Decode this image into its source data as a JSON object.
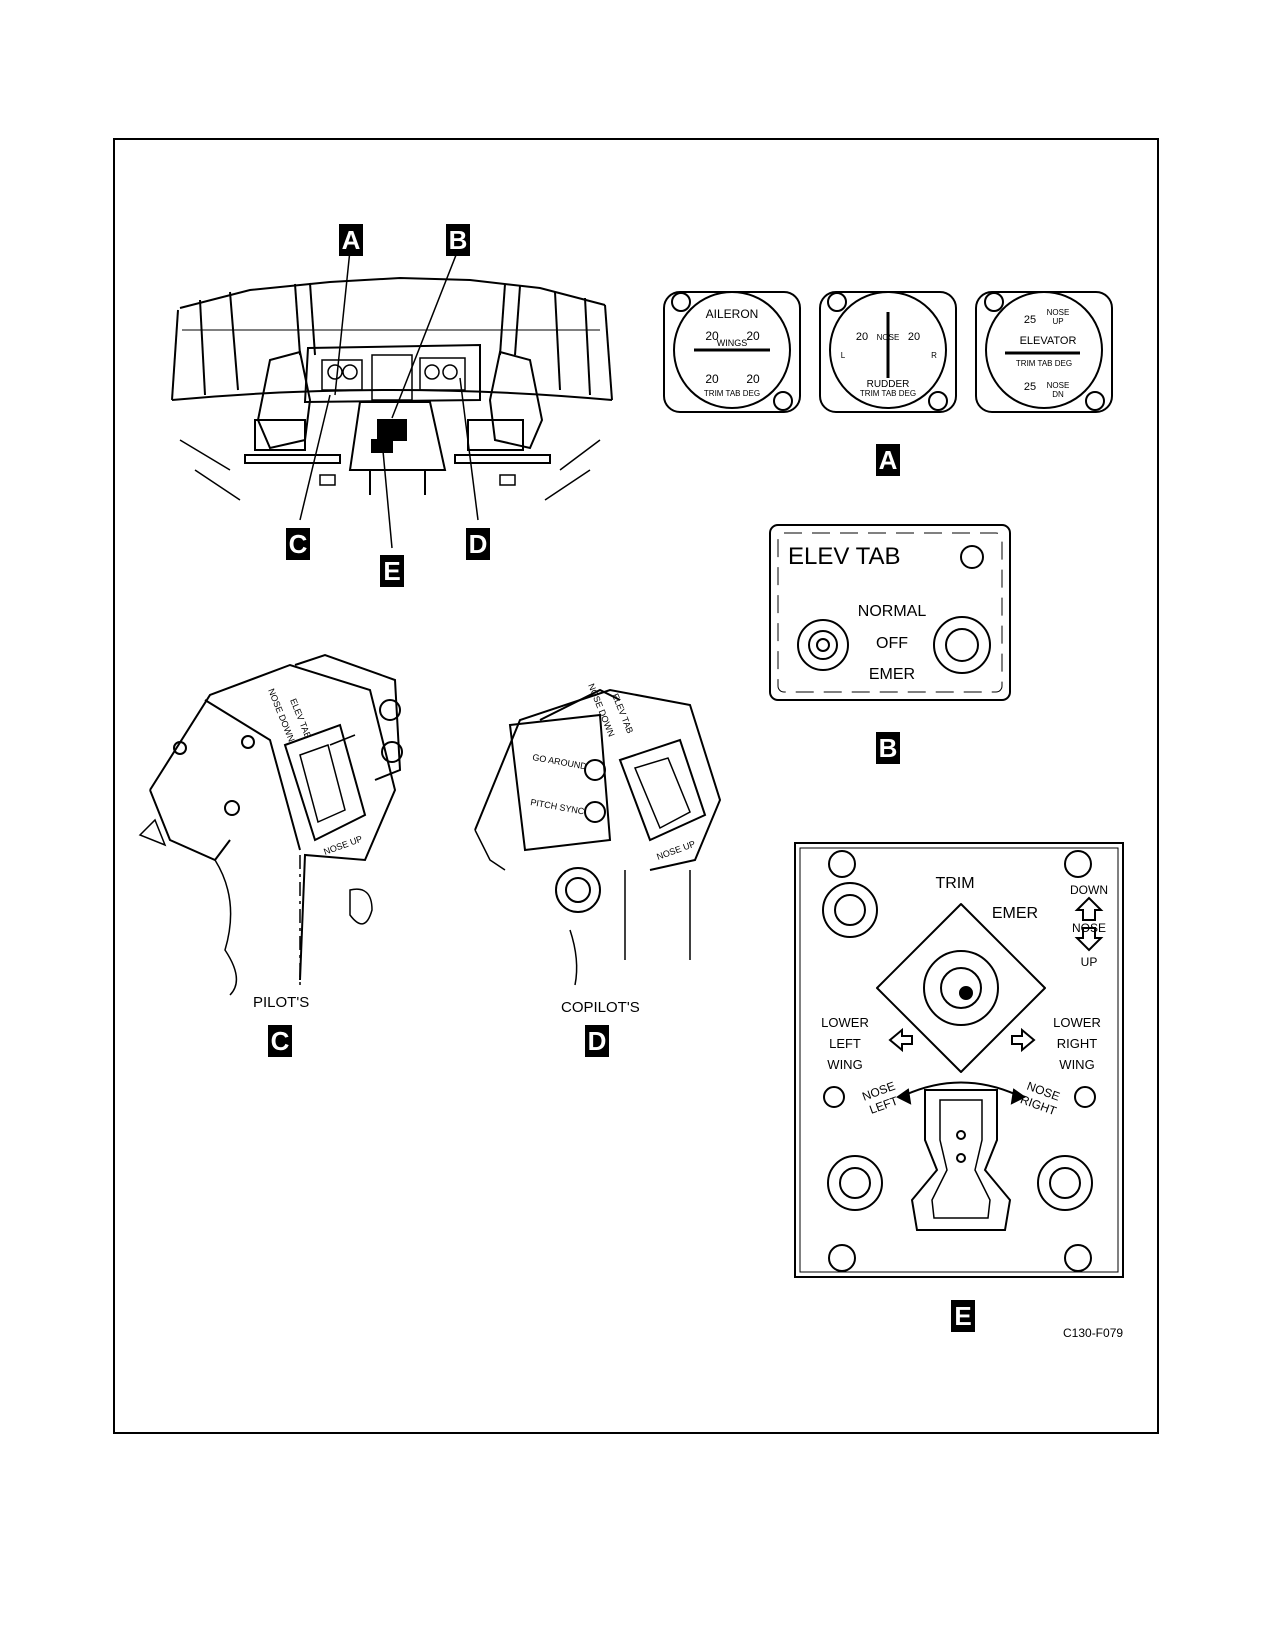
{
  "callouts": {
    "a": "A",
    "b": "B",
    "c": "C",
    "d": "D",
    "e": "E"
  },
  "gauges": {
    "aileron": {
      "title": "AILERON",
      "left_top": "20",
      "right_top": "20",
      "middle": "WINGS",
      "left_bottom": "20",
      "right_bottom": "20",
      "bottom": "TRIM TAB DEG"
    },
    "rudder": {
      "left": "20",
      "center": "NOSE",
      "right": "20",
      "l_mark": "L",
      "r_mark": "R",
      "title": "RUDDER",
      "bottom": "TRIM TAB DEG"
    },
    "elevator": {
      "top_value": "25",
      "top_label": "NOSE",
      "top_sub": "UP",
      "title": "ELEVATOR",
      "sub": "TRIM TAB DEG",
      "bottom_value": "25",
      "bottom_label": "NOSE",
      "bottom_sub": "DN"
    }
  },
  "elev_tab_panel": {
    "title": "ELEV TAB",
    "normal": "NORMAL",
    "off": "OFF",
    "emer": "EMER"
  },
  "trim_panel": {
    "trim": "TRIM",
    "emer": "EMER",
    "down": "DOWN",
    "nose": "NOSE",
    "up": "UP",
    "lower_left": "LOWER",
    "left": "LEFT",
    "wing_l": "WING",
    "lower_right": "LOWER",
    "right": "RIGHT",
    "wing_r": "WING",
    "nose_left_1": "NOSE",
    "nose_left_2": "LEFT",
    "nose_right_1": "NOSE",
    "nose_right_2": "RIGHT"
  },
  "yokes": {
    "pilot_caption": "PILOT'S",
    "copilot_caption": "COPILOT'S",
    "nose_down": "NOSE DOWN",
    "elev_tab": "ELEV TAB",
    "nose_up": "NOSE UP",
    "go_around": "GO AROUND",
    "pitch_sync": "PITCH SYNC"
  },
  "figure_id": "C130-F079"
}
